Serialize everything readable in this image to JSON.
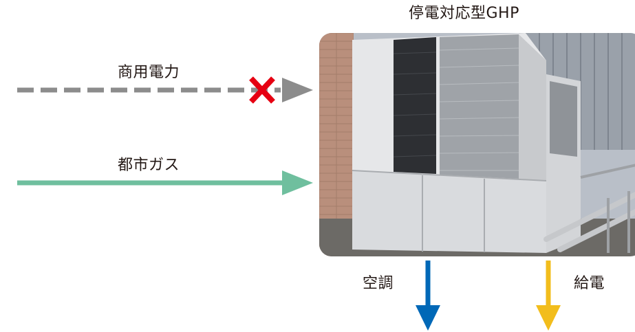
{
  "title": "停電対応型GHP",
  "inputs": {
    "power": {
      "label": "商用電力",
      "status": "cut",
      "color": "#8c8c8c",
      "marker_color": "#e60012"
    },
    "gas": {
      "label": "都市ガス",
      "color": "#6fbf9e"
    }
  },
  "outputs": {
    "hvac": {
      "label": "空調",
      "color": "#0068b7"
    },
    "electricity": {
      "label": "給電",
      "color": "#f2bd1c"
    }
  },
  "photo": {
    "subject": "gas-heat-pump-outdoor-unit-photo"
  }
}
